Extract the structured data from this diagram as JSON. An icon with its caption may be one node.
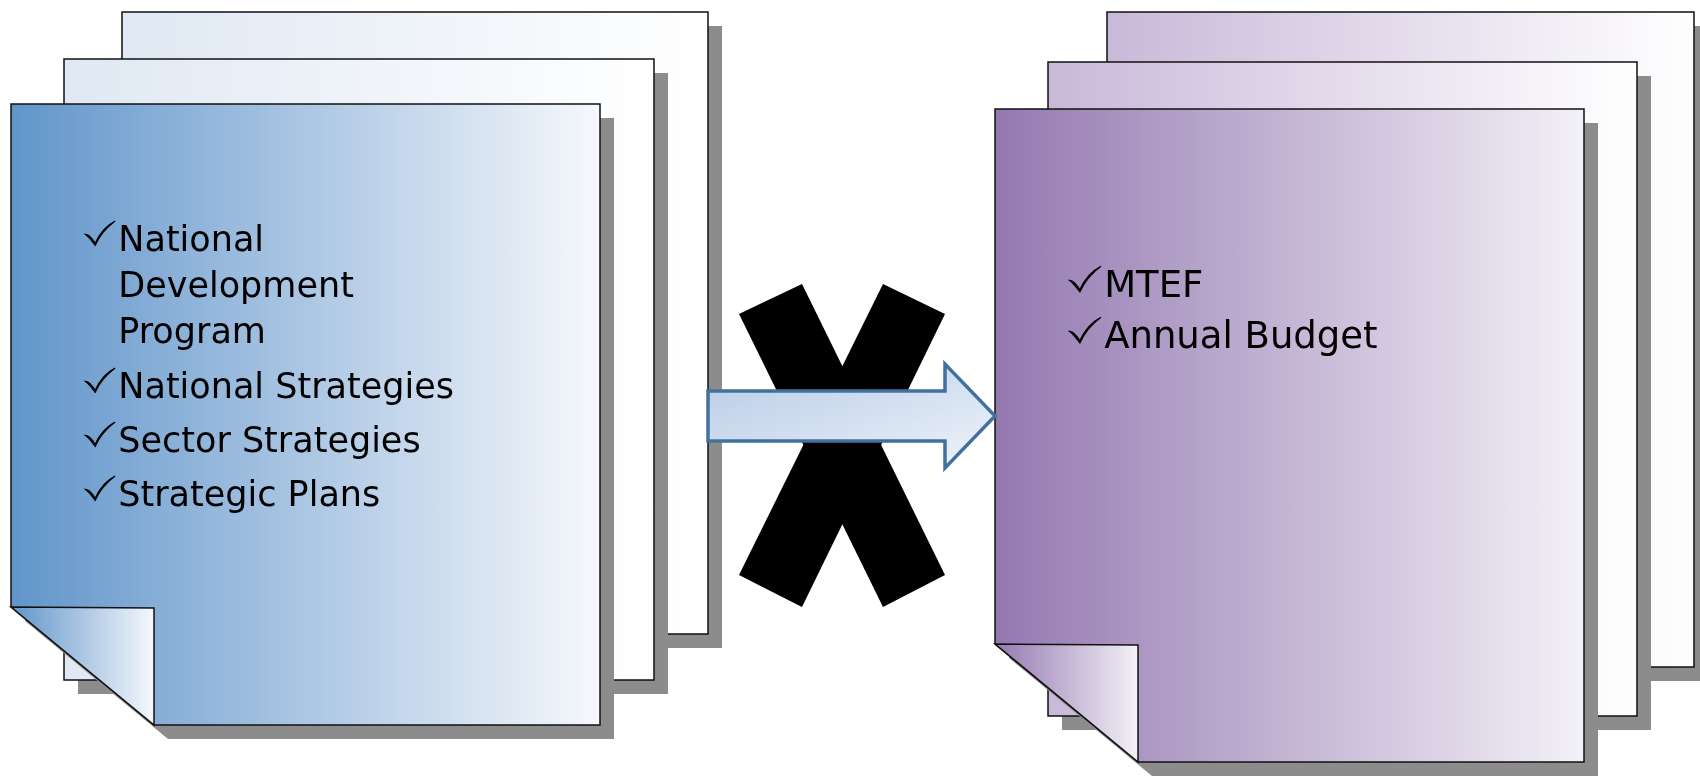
{
  "diagram": {
    "nodes": [
      {
        "text": [
          "National Development Program",
          "National Strategies",
          "Sector Strategies",
          "Strategic Plans"
        ]
      },
      {
        "text": [
          "MTEF",
          "Annual Budget"
        ]
      }
    ],
    "edges": [
      {
        "from": 0,
        "to": 1,
        "arrow": "to"
      }
    ]
  }
}
